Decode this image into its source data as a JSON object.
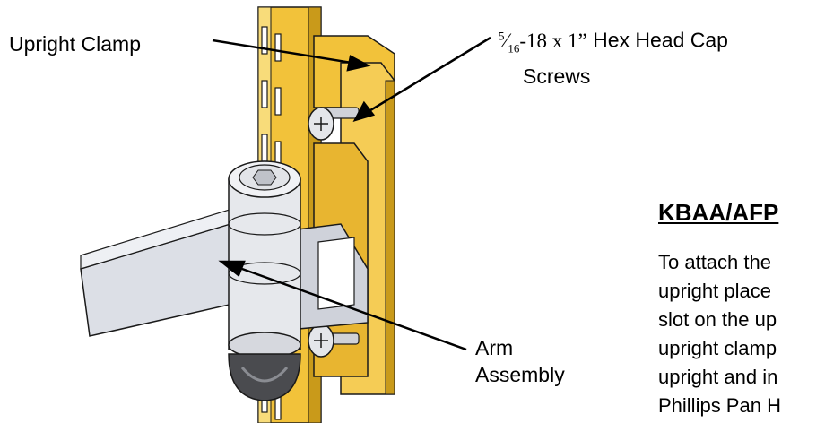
{
  "labels": {
    "upright_clamp": "Upright Clamp",
    "screw_num": "5",
    "screw_den": "16",
    "screw_spec": "-18 x 1”",
    "screw_line1_rest": " Hex Head Cap",
    "screw_line2": "Screws",
    "arm_line1": "Arm",
    "arm_line2": "Assembly"
  },
  "section": {
    "heading": "KBAA/AFP",
    "lines": [
      "To attach the",
      "upright place",
      "slot on the up",
      "upright clamp",
      "upright and in",
      "Phillips Pan H"
    ]
  },
  "colors": {
    "upright": "#f2c23a",
    "upright_light": "#f8dc7a",
    "upright_dark": "#c99a1a",
    "arm": "#dcdfe6",
    "arm_shadow": "#b8bcc6",
    "outline": "#1a1a1a"
  }
}
